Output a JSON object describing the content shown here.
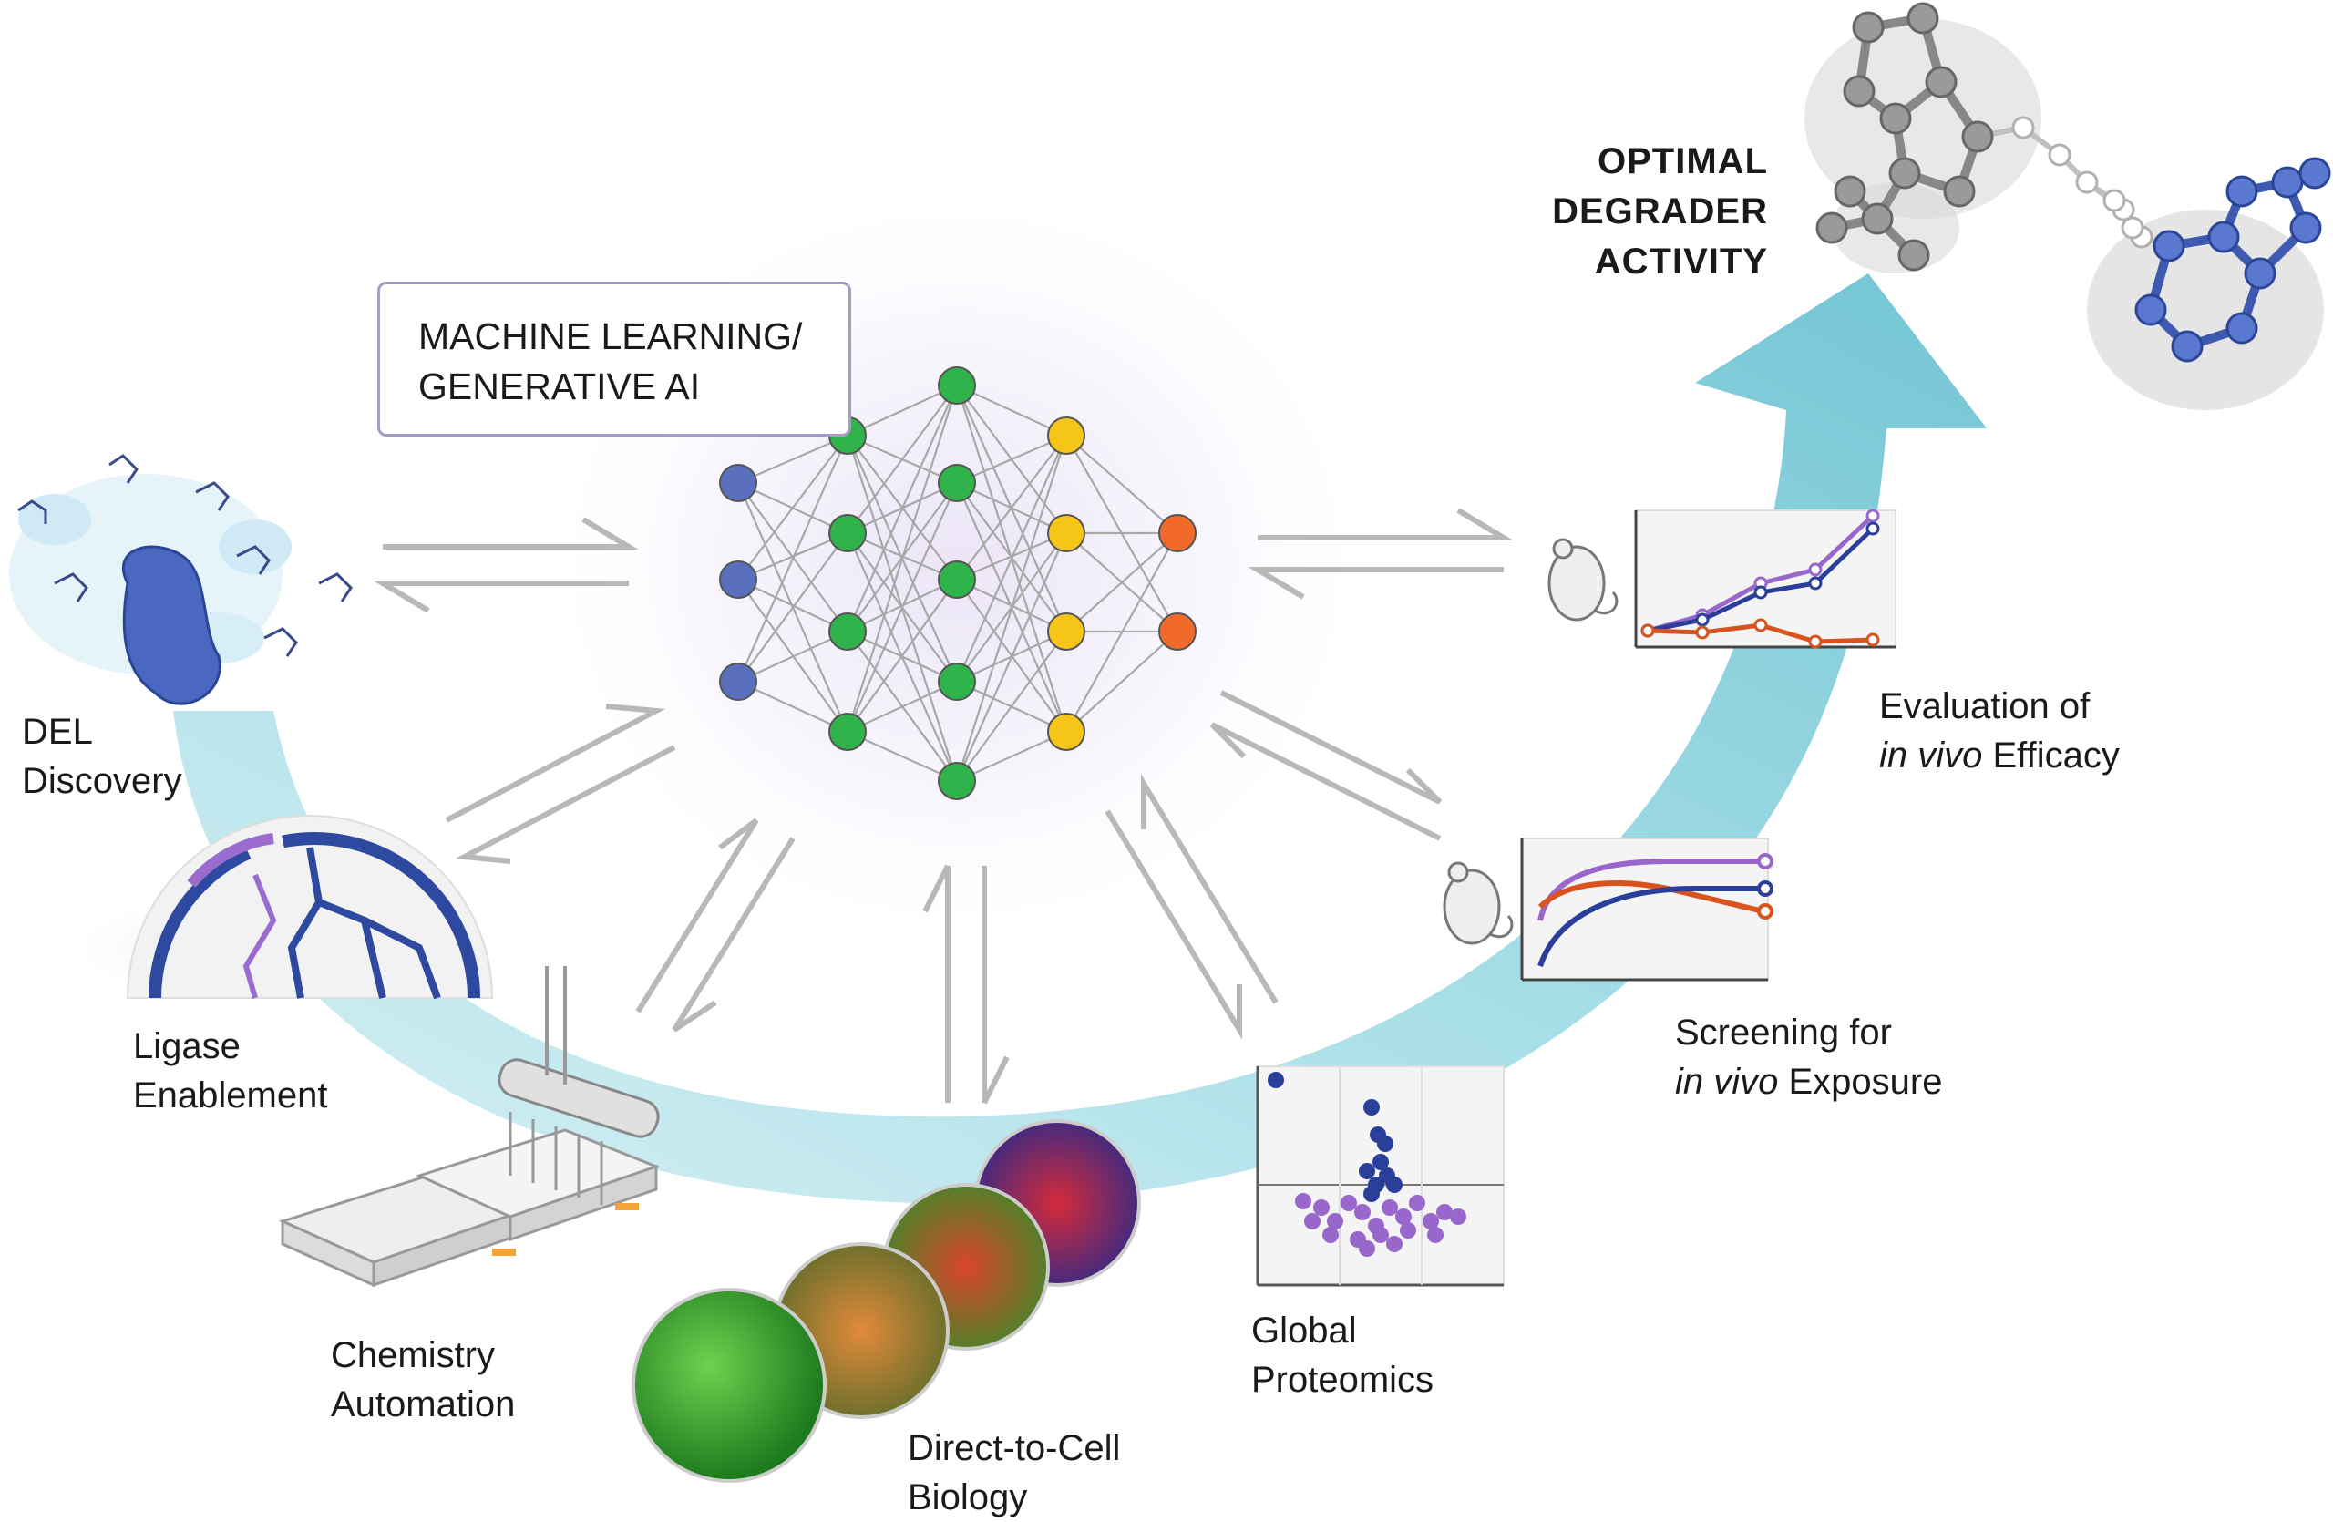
{
  "ml_box": {
    "line1": "MACHINE LEARNING/",
    "line2": "GENERATIVE AI"
  },
  "optimal": {
    "line1": "OPTIMAL",
    "line2": "DEGRADER",
    "line3": "ACTIVITY"
  },
  "steps": {
    "del": {
      "line1": "DEL",
      "line2": "Discovery"
    },
    "ligase": {
      "line1": "Ligase",
      "line2": "Enablement"
    },
    "chemistry": {
      "line1": "Chemistry",
      "line2": "Automation"
    },
    "cell_biology": {
      "line1": "Direct-to-Cell",
      "line2": "Biology"
    },
    "proteomics": {
      "line1": "Global",
      "line2": "Proteomics"
    },
    "exposure": {
      "line1": "Screening for",
      "line2_italic": "in vivo",
      "line2_rest": " Exposure"
    },
    "efficacy": {
      "line1": "Evaluation of",
      "line2_italic": "in vivo",
      "line2_rest": " Efficacy"
    }
  },
  "colors": {
    "input_node": "#5b6fbf",
    "hidden_node": "#2fb34a",
    "hidden3_node": "#f5c518",
    "output_node": "#f26a2a",
    "arc": "#86d0dc",
    "arrow_gray": "#b3b3b3",
    "purple": "#9966cc",
    "blue": "#2a3f9a",
    "orange": "#d9531e"
  }
}
